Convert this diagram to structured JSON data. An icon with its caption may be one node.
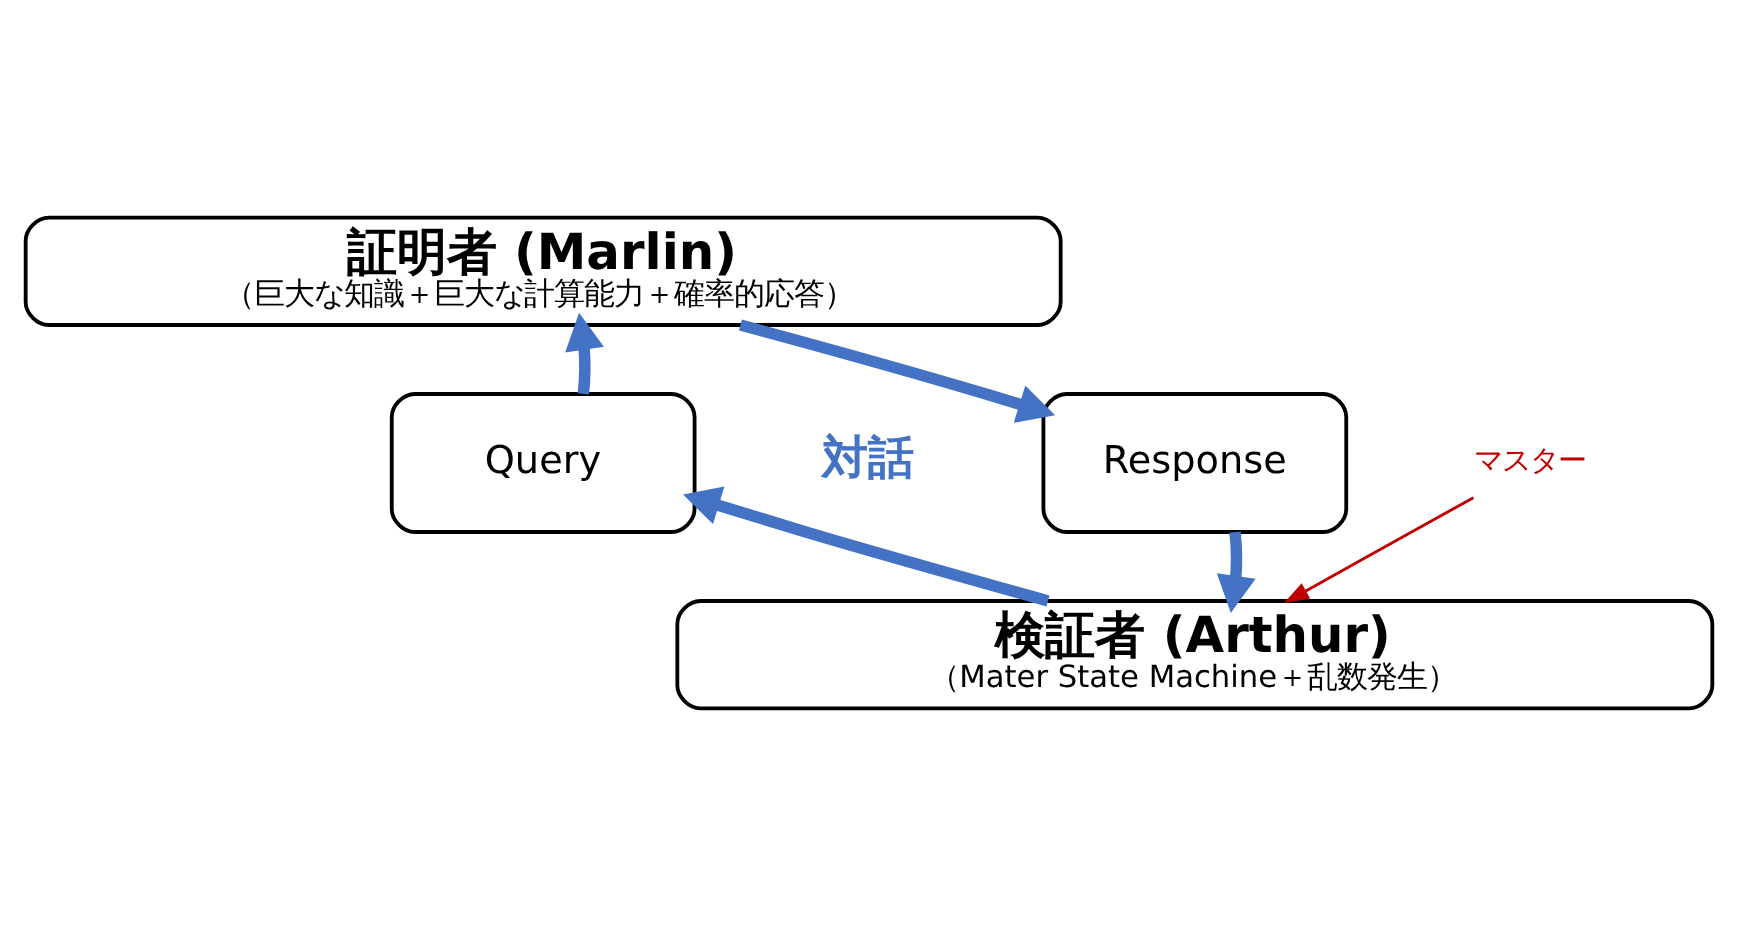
{
  "diagram": {
    "nodes": [
      {
        "text": [
          "証明者 (Marlin)",
          "（巨大な知識＋巨大な計算能力＋確率的応答）"
        ]
      },
      {
        "text": [
          "Query"
        ]
      },
      {
        "text": [
          "Response"
        ]
      },
      {
        "text": [
          "検証者 (Arthur)",
          "（Mater State Machine＋乱数発生）"
        ]
      },
      {
        "text": [
          "マスター"
        ]
      }
    ],
    "edges": [
      {
        "from": 3,
        "to": 1,
        "arrow": "to"
      },
      {
        "from": 1,
        "to": 0,
        "arrow": "to"
      },
      {
        "from": 0,
        "to": 2,
        "arrow": "to"
      },
      {
        "from": 2,
        "to": 3,
        "arrow": "to"
      },
      {
        "from": 4,
        "to": 3,
        "arrow": "to",
        "color": "#c00000"
      }
    ],
    "labels": [
      "対話"
    ]
  }
}
